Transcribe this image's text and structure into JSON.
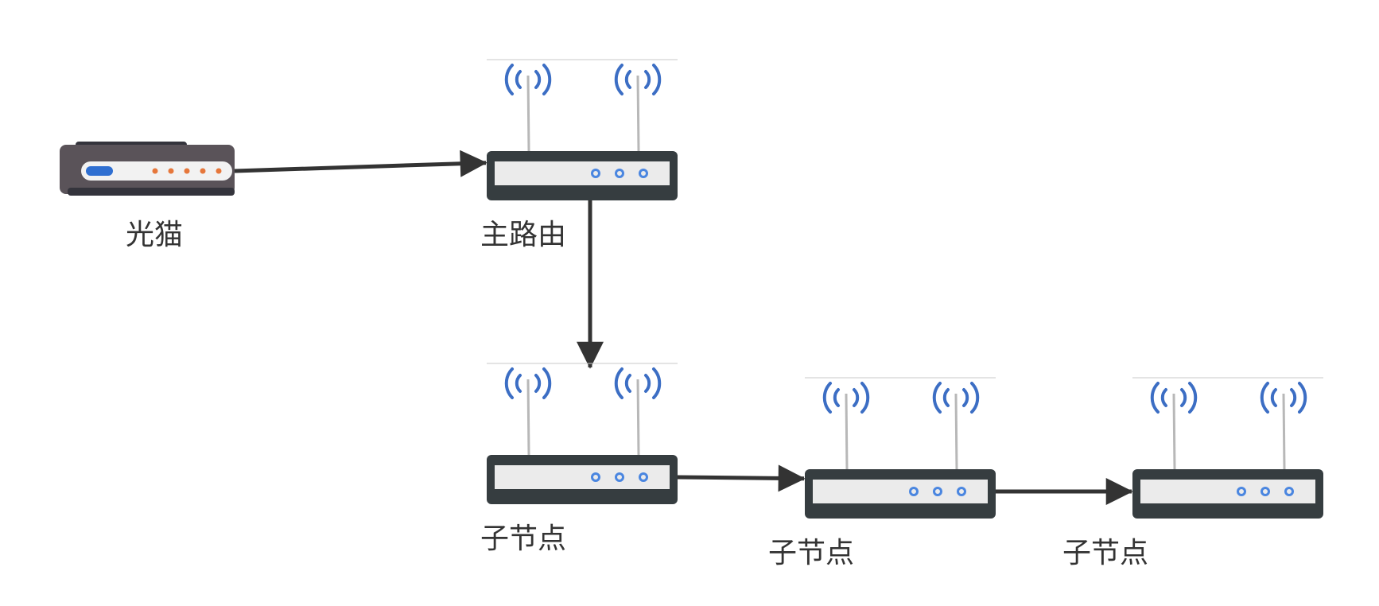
{
  "colors": {
    "edge": "#333333",
    "modem_body": "#5a5359",
    "modem_top": "#34343c",
    "modem_panel": "#f2f2f2",
    "modem_led_blue": "#2f6fd1",
    "modem_led_orange": "#e6773b",
    "router_body": "#363d40",
    "router_panel": "#ebebeb",
    "router_port": "#4a86e0",
    "antenna": "#b8b8b8",
    "wave": "#3c6ec4"
  },
  "nodes": [
    {
      "id": "modem",
      "type": "modem",
      "label": "光猫"
    },
    {
      "id": "main-router",
      "type": "router",
      "label": "主路由"
    },
    {
      "id": "child-node-1",
      "type": "router",
      "label": "子节点"
    },
    {
      "id": "child-node-2",
      "type": "router",
      "label": "子节点"
    },
    {
      "id": "child-node-3",
      "type": "router",
      "label": "子节点"
    }
  ],
  "edges": [
    {
      "from": "modem",
      "to": "main-router"
    },
    {
      "from": "main-router",
      "to": "child-node-1"
    },
    {
      "from": "child-node-1",
      "to": "child-node-2"
    },
    {
      "from": "child-node-2",
      "to": "child-node-3"
    }
  ]
}
